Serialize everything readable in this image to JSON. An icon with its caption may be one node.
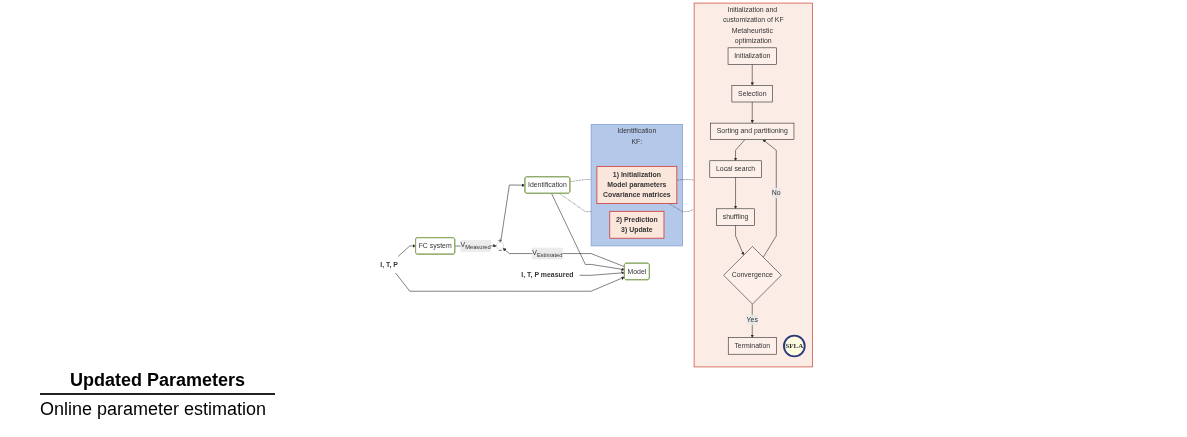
{
  "diagram": {
    "nodes": [
      {
        "text": [
          "I, T, P"
        ]
      },
      {
        "text": [
          "FC system"
        ]
      },
      {
        "text": [
          "I, T, P measured"
        ]
      },
      {
        "text": [
          "Model"
        ]
      },
      {
        "text": [
          "+",
          "−"
        ]
      },
      {
        "text": [
          "Identification"
        ]
      },
      {
        "text": [
          "Identification",
          "KF:"
        ]
      },
      {
        "text": [
          "1) Initialization",
          "Model parameters",
          "Covariance matrices"
        ],
        "in": 6
      },
      {
        "text": [
          "2) Prediction",
          "3) Update"
        ],
        "in": 6
      },
      {
        "text": [
          "Initialization and customization of KF",
          "Metaheuristic optimization"
        ]
      },
      {
        "text": [
          "Initialization"
        ],
        "in": 9
      },
      {
        "text": [
          "Selection"
        ],
        "in": 9
      },
      {
        "text": [
          "Sorting and partitioning"
        ],
        "in": 9
      },
      {
        "text": [
          "Local search"
        ],
        "in": 9
      },
      {
        "text": [
          "shuffling"
        ],
        "in": 9
      },
      {
        "text": [
          "Convergence"
        ],
        "in": 9
      },
      {
        "text": [
          "Termination"
        ],
        "in": 9
      },
      {
        "text": [
          "SFLA"
        ],
        "in": 9
      }
    ],
    "edges": [
      {
        "from": 0,
        "to": 1,
        "arrow": "to"
      },
      {
        "from": 0,
        "to": 3,
        "arrow": "to"
      },
      {
        "from": 2,
        "to": 3,
        "arrow": "to"
      },
      {
        "from": 1,
        "to": 4,
        "arrow": "to",
        "label": "V$_{Measured}$"
      },
      {
        "from": 3,
        "to": 4,
        "arrow": "to",
        "label": "V$_{Estimated}$"
      },
      {
        "from": 4,
        "to": 5,
        "arrow": "to"
      },
      {
        "from": 5,
        "to": 3,
        "arrow": "to"
      },
      {
        "from": 5,
        "to": 6,
        "arrow": "none",
        "style": "dashed"
      },
      {
        "from": 5,
        "to": 6,
        "arrow": "none",
        "style": "dashed"
      },
      {
        "from": 7,
        "to": 9,
        "arrow": "none",
        "style": "dashed"
      },
      {
        "from": 7,
        "to": 9,
        "arrow": "none",
        "style": "dashed"
      },
      {
        "from": 10,
        "to": 11,
        "arrow": "to"
      },
      {
        "from": 11,
        "to": 12,
        "arrow": "to"
      },
      {
        "from": 12,
        "to": 13,
        "arrow": "to"
      },
      {
        "from": 13,
        "to": 14,
        "arrow": "to"
      },
      {
        "from": 14,
        "to": 15,
        "arrow": "to"
      },
      {
        "from": 15,
        "to": 12,
        "arrow": "to",
        "label": "No"
      },
      {
        "from": 15,
        "to": 16,
        "arrow": "to",
        "label": "Yes"
      }
    ],
    "labels": [
      "Updated Parameters",
      "Online parameter estimation"
    ]
  }
}
